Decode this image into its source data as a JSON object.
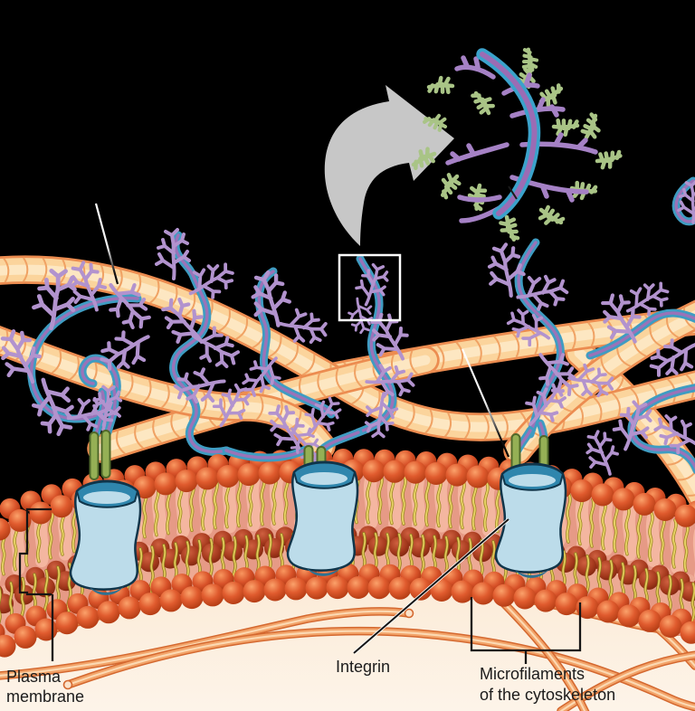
{
  "figure": {
    "title_visible_text": "",
    "labels": {
      "plasma_membrane_line1": "Plasma",
      "plasma_membrane_line2": "membrane",
      "integrin": "Integrin",
      "microfilaments_line1": "Microfilaments",
      "microfilaments_line2": "of the cytoskeleton"
    },
    "palette": {
      "background_black": "#000000",
      "cytoplasm_cream": "#fdf4e9",
      "collagen_fill": "#fbd49c",
      "collagen_outline": "#ec8c50",
      "fibronectin_blue": "#3f9cc2",
      "fibronectin_core_purple": "#9a73b8",
      "proteoglycan_purple": "#b293ce",
      "inset_green": "#a9c486",
      "membrane_head_red": "#d85229",
      "membrane_face_pink": "#e69a86",
      "membrane_tail_yellow": "#ead468",
      "integrin_blue": "#bcdcea",
      "integrin_collar_teal": "#2f86ad",
      "stalk_green": "#95b055",
      "microfilament_orange": "#f2a369",
      "magnifier_arrow_gray": "#c7c7c7",
      "label_text": "#1b1b1b",
      "inset_box_white": "#ffffff"
    }
  }
}
